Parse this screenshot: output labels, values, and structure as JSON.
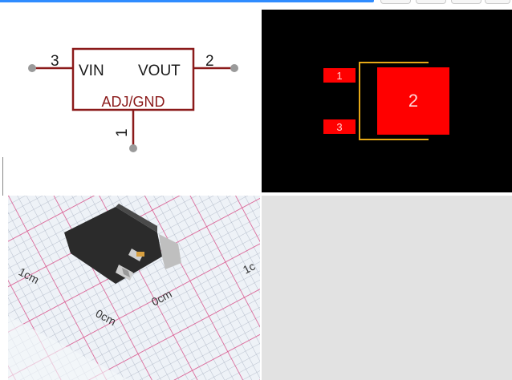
{
  "schematic": {
    "left_pin_number": "3",
    "left_pin_label": "VIN",
    "right_pin_number": "2",
    "right_pin_label": "VOUT",
    "bottom_label": "ADJ/GND",
    "bottom_pin_number": "1",
    "colors": {
      "body": "#8b1a1a",
      "pin_dot": "#8c8c8c",
      "text": "#1a1a1a"
    }
  },
  "footprint": {
    "pad_1": "1",
    "pad_2": "2",
    "pad_3": "3",
    "colors": {
      "pad": "#ff0000",
      "outline": "#e6a817",
      "background": "#000000"
    }
  },
  "photo": {
    "ruler_marks": [
      "1cm",
      "0cm",
      "0cm",
      "1c"
    ],
    "colors": {
      "grid": "#9fa8b8",
      "grid_major": "#e0508a",
      "chip": "#2b2b2b"
    }
  }
}
